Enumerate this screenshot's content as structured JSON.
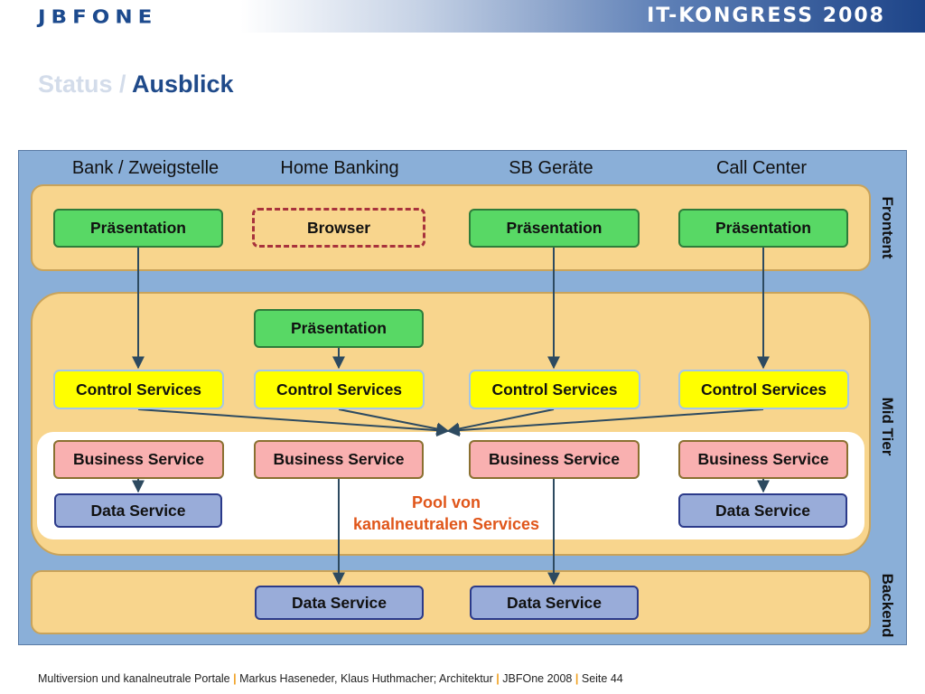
{
  "header": {
    "logo": "JBFONE",
    "event": "IT-KONGRESS 2008"
  },
  "slide": {
    "title_dim": "Status /",
    "title_main": "Ausblick"
  },
  "diagram": {
    "channels": [
      "Bank / Zweigstelle",
      "Home Banking",
      "SB Geräte",
      "Call Center"
    ],
    "tiers": [
      "Frontent",
      "Mid Tier",
      "Backend"
    ],
    "frontend": [
      "Präsentation",
      "Browser",
      "Präsentation",
      "Präsentation"
    ],
    "midtier_presentation": "Präsentation",
    "control": [
      "Control Services",
      "Control Services",
      "Control Services",
      "Control Services"
    ],
    "business": [
      "Business Service",
      "Business Service",
      "Business Service",
      "Business Service"
    ],
    "data_mid": [
      "Data Service",
      "Data Service"
    ],
    "pool_label": [
      "Pool von",
      "kanalneutralen Services"
    ],
    "backend": [
      "Data Service",
      "Data Service"
    ]
  },
  "footer": {
    "part1": "Multiversion und kanalneutrale Portale",
    "part2": "Markus Haseneder, Klaus Huthmacher; Architektur",
    "part3": "JBFOne 2008",
    "part4": "Seite 44",
    "sep": "|"
  }
}
